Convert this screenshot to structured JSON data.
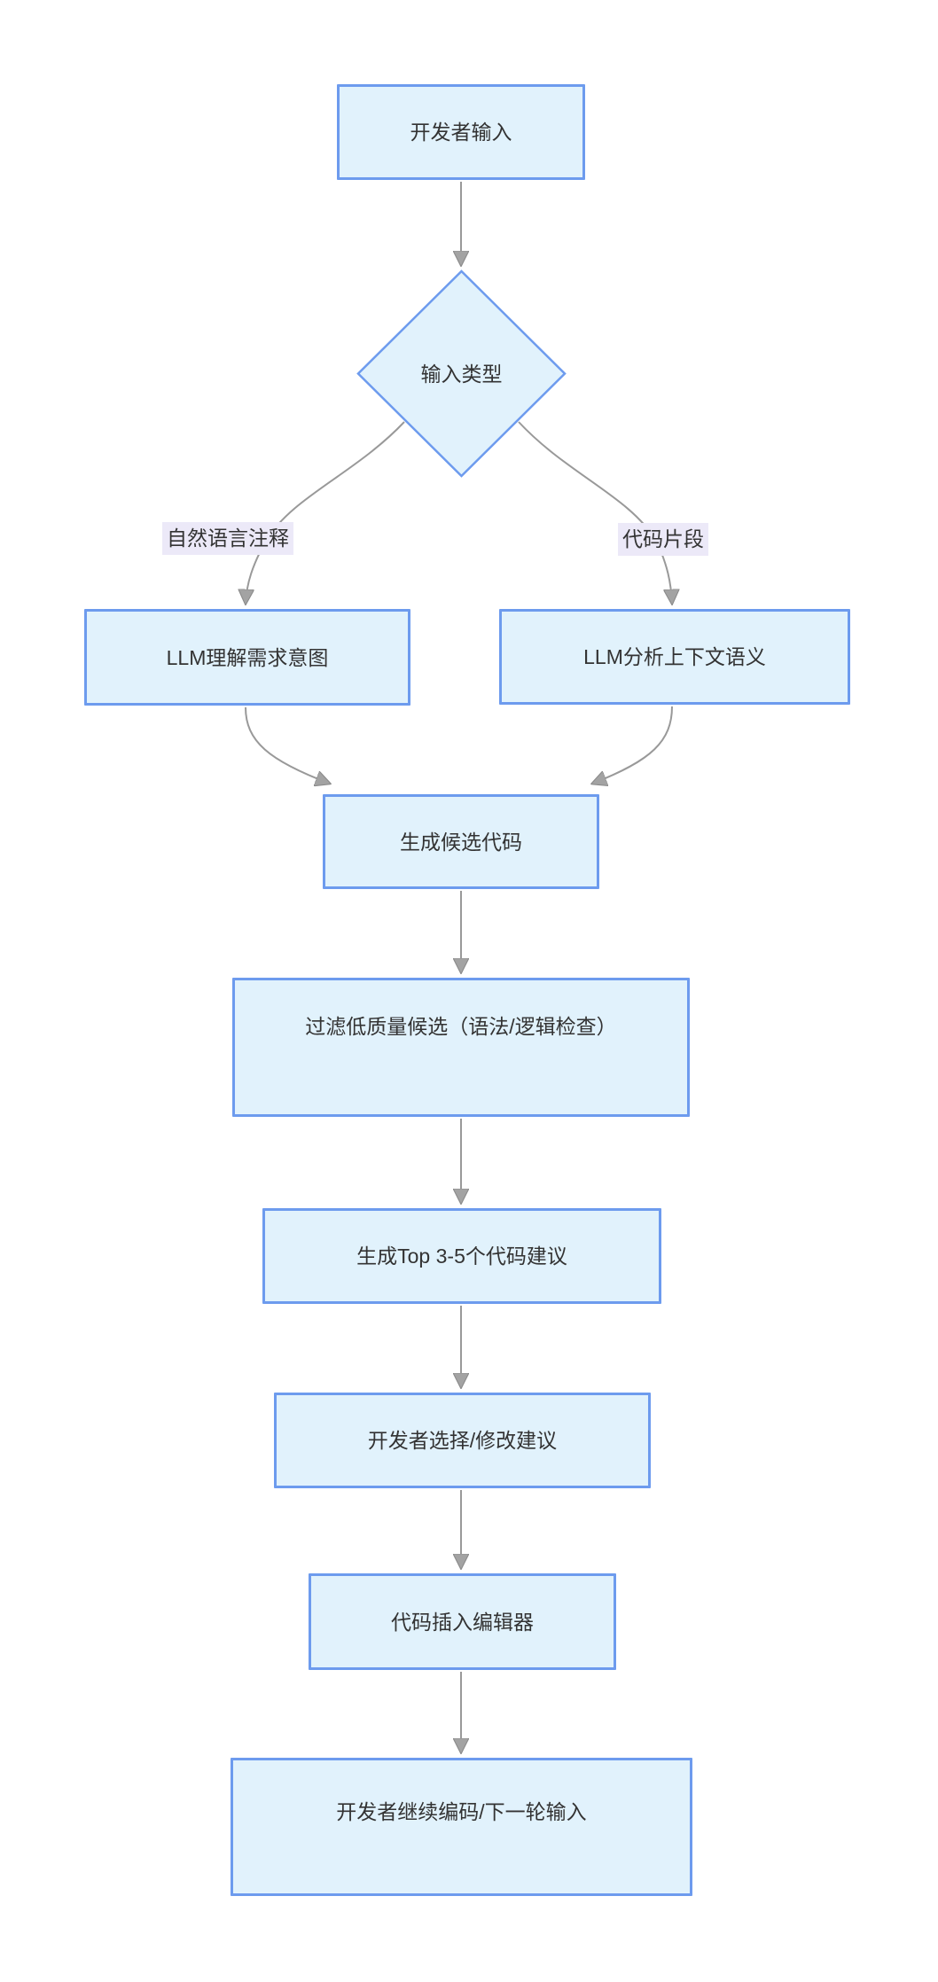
{
  "diagram": {
    "type": "flowchart",
    "direction": "top-down",
    "nodes": {
      "developer_input": {
        "label": "开发者输入",
        "shape": "rectangle"
      },
      "input_type": {
        "label": "输入类型",
        "shape": "diamond"
      },
      "llm_understand": {
        "label": "LLM理解需求意图",
        "shape": "rectangle"
      },
      "llm_analyze": {
        "label": "LLM分析上下文语义",
        "shape": "rectangle"
      },
      "generate_candidates": {
        "label": "生成候选代码",
        "shape": "rectangle"
      },
      "filter_candidates": {
        "label": "过滤低质量候选（语法/逻辑检查）",
        "shape": "rectangle"
      },
      "top_suggestions": {
        "label": "生成Top 3-5个代码建议",
        "shape": "rectangle"
      },
      "developer_select": {
        "label": "开发者选择/修改建议",
        "shape": "rectangle"
      },
      "insert_code": {
        "label": "代码插入编辑器",
        "shape": "rectangle"
      },
      "continue_coding": {
        "label": "开发者继续编码/下一轮输入",
        "shape": "rectangle"
      }
    },
    "edge_labels": {
      "natural_language": "自然语言注释",
      "code_snippet": "代码片段"
    },
    "edges": [
      {
        "from": "developer_input",
        "to": "input_type",
        "label": ""
      },
      {
        "from": "input_type",
        "to": "llm_understand",
        "label": "自然语言注释"
      },
      {
        "from": "input_type",
        "to": "llm_analyze",
        "label": "代码片段"
      },
      {
        "from": "llm_understand",
        "to": "generate_candidates",
        "label": ""
      },
      {
        "from": "llm_analyze",
        "to": "generate_candidates",
        "label": ""
      },
      {
        "from": "generate_candidates",
        "to": "filter_candidates",
        "label": ""
      },
      {
        "from": "filter_candidates",
        "to": "top_suggestions",
        "label": ""
      },
      {
        "from": "top_suggestions",
        "to": "developer_select",
        "label": ""
      },
      {
        "from": "developer_select",
        "to": "insert_code",
        "label": ""
      },
      {
        "from": "insert_code",
        "to": "continue_coding",
        "label": ""
      }
    ]
  },
  "colors": {
    "node_fill": "#e1f2fc",
    "node_border": "#6d9bee",
    "edge_line": "#999999",
    "edge_label_bg": "#ece9f8",
    "text": "#333333",
    "background": "#ffffff"
  }
}
